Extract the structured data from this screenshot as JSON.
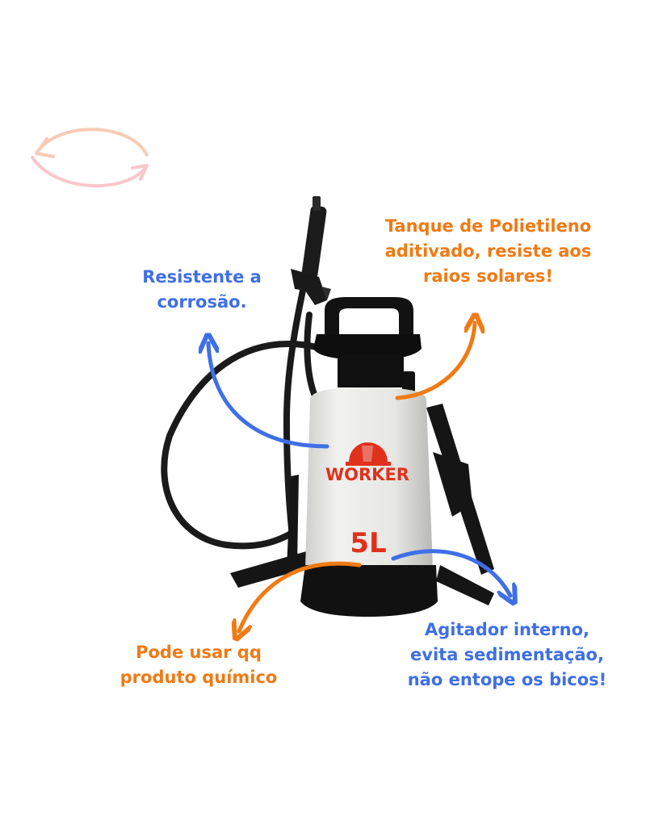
{
  "product": {
    "brand": "WORKER",
    "capacity": "5L"
  },
  "callouts": {
    "corrosion": [
      "Resistente a",
      "corrosão."
    ],
    "tank": [
      "Tanque de Polietileno",
      "aditivado, resiste aos",
      "raios solares!"
    ],
    "chemical": [
      "Pode usar qq",
      "produto químico"
    ],
    "agitator": [
      "Agitador interno,",
      "evita sedimentação,",
      "não entope os bicos!"
    ]
  },
  "colors": {
    "blue": "#3f6fe6",
    "orange": "#f07a14",
    "tank_body": "#e9e9e6",
    "tank_black": "#111111",
    "brand_red": "#e0311c"
  },
  "icons": [
    "swap-arrows-icon",
    "arrow-curved-icon"
  ]
}
